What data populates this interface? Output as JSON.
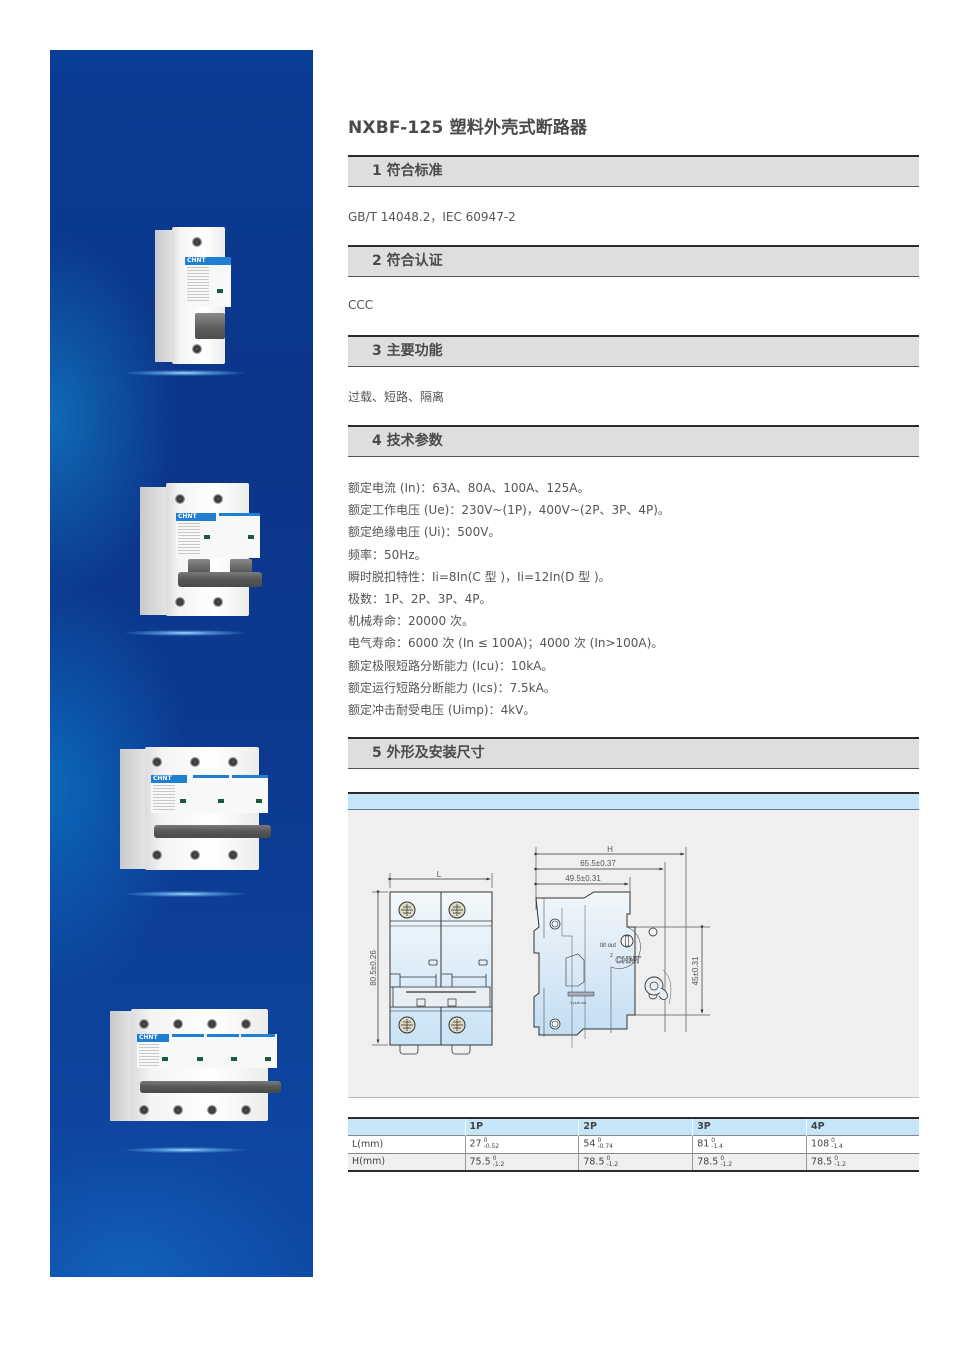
{
  "title": "NXBF-125 塑料外壳式断路器",
  "side_panel": {
    "images": [
      {
        "name": "breaker-1p",
        "poles": 1,
        "brand": "CHNT"
      },
      {
        "name": "breaker-2p",
        "poles": 2,
        "brand": "CHNT"
      },
      {
        "name": "breaker-3p",
        "poles": 3,
        "brand": "CHNT"
      },
      {
        "name": "breaker-4p",
        "poles": 4,
        "brand": "CHNT"
      }
    ],
    "colors": {
      "panel_dark": "#0b3589",
      "panel_light": "#1496dc",
      "brand_blue": "#1f7fd2"
    }
  },
  "sections": [
    {
      "heading": "1 符合标准",
      "text": "GB/T 14048.2，IEC 60947-2"
    },
    {
      "heading": "2 符合认证",
      "text": "CCC"
    },
    {
      "heading": "3 主要功能",
      "text": "过载、短路、隔离"
    },
    {
      "heading": "4 技术参数",
      "items": [
        "额定电流 (In)：63A、80A、100A、125A。",
        "额定工作电压 (Ue)：230V~(1P)，400V~(2P、3P、4P)。",
        "额定绝缘电压 (Ui)：500V。",
        "频率：50Hz。",
        "瞬时脱扣特性：Ii=8In(C 型 )，Ii=12In(D 型 )。",
        "极数：1P、2P、3P、4P。",
        "机械寿命：20000 次。",
        "电气寿命：6000 次 (In ≤ 100A)；4000 次 (In>100A)。",
        "额定极限短路分断能力 (Icu)：10kA。",
        "额定运行短路分断能力 (Ics)：7.5kA。",
        "额定冲击耐受电压 (Uimp)：4kV。"
      ]
    },
    {
      "heading": "5 外形及安装尺寸"
    }
  ],
  "drawing": {
    "front": {
      "width_label": "L",
      "height_label": "80.5±0.26"
    },
    "side": {
      "overall_label": "H",
      "dim1": "65.5±0.37",
      "dim2": "49.5±0.31",
      "dim3": "45±0.31",
      "text_tilt": "tilt out",
      "text_num": "2",
      "text_pull": "1 pull out",
      "brand": "CHNT"
    },
    "colors": {
      "header_bar": "#c5e6f8",
      "area_bg": "#efefef",
      "body_fill": "#dceefa"
    }
  },
  "dimension_table": {
    "headers": [
      "",
      "1P",
      "2P",
      "3P",
      "4P"
    ],
    "rows": [
      {
        "label": "L(mm)",
        "cells": [
          {
            "value": "27",
            "upper": "0",
            "lower": "-0.52"
          },
          {
            "value": "54",
            "upper": "0",
            "lower": "-0.74"
          },
          {
            "value": "81",
            "upper": "0",
            "lower": "-1.4"
          },
          {
            "value": "108",
            "upper": "0",
            "lower": "-1.4"
          }
        ]
      },
      {
        "label": "H(mm)",
        "cells": [
          {
            "value": "75.5",
            "upper": "0",
            "lower": "-1.2"
          },
          {
            "value": "78.5",
            "upper": "0",
            "lower": "-1.2"
          },
          {
            "value": "78.5",
            "upper": "0",
            "lower": "-1.2"
          },
          {
            "value": "78.5",
            "upper": "0",
            "lower": "-1.2"
          }
        ]
      }
    ]
  }
}
